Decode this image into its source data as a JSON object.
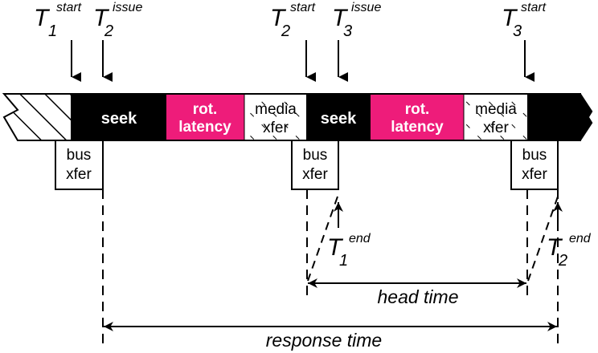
{
  "colors": {
    "seek": "#000000",
    "rot_latency": "#ee1c7a",
    "text_on_dark": "#ffffff",
    "line": "#000000"
  },
  "timestamps_top": [
    {
      "base": "T",
      "sub": "1",
      "sup": "start"
    },
    {
      "base": "T",
      "sub": "2",
      "sup": "issue"
    },
    {
      "base": "T",
      "sub": "2",
      "sup": "start"
    },
    {
      "base": "T",
      "sub": "3",
      "sup": "issue"
    },
    {
      "base": "T",
      "sub": "3",
      "sup": "start"
    }
  ],
  "timestamps_bottom": [
    {
      "base": "T",
      "sub": "1",
      "sup": "end"
    },
    {
      "base": "T",
      "sub": "2",
      "sup": "end"
    }
  ],
  "segments": {
    "seek1": "seek",
    "rot1_line1": "rot.",
    "rot1_line2": "latency",
    "media1_line1": "media",
    "media1_line2": "xfer",
    "seek2": "seek",
    "rot2_line1": "rot.",
    "rot2_line2": "latency",
    "media2_line1": "media",
    "media2_line2": "xfer"
  },
  "bus_boxes": [
    {
      "line1": "bus",
      "line2": "xfer"
    },
    {
      "line1": "bus",
      "line2": "xfer"
    },
    {
      "line1": "bus",
      "line2": "xfer"
    }
  ],
  "intervals": {
    "head_time": "head time",
    "response_time": "response time"
  }
}
